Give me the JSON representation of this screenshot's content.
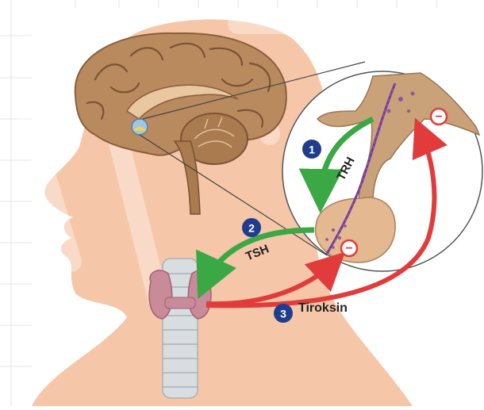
{
  "labels": {
    "trh": "TRH",
    "tsh": "TSH",
    "tiroksin": "Tiroksin"
  },
  "steps": {
    "one": "1",
    "two": "2",
    "three": "3"
  },
  "feedback": {
    "symbol": "−"
  },
  "colors": {
    "skin": "#f6c6a8",
    "brain": "#b98a5e",
    "stimulate": "#3aa845",
    "inhibit": "#e23b3b",
    "badge": "#1f3d8c",
    "thyroid": "#c98a9a",
    "trachea": "#d8dde0"
  }
}
